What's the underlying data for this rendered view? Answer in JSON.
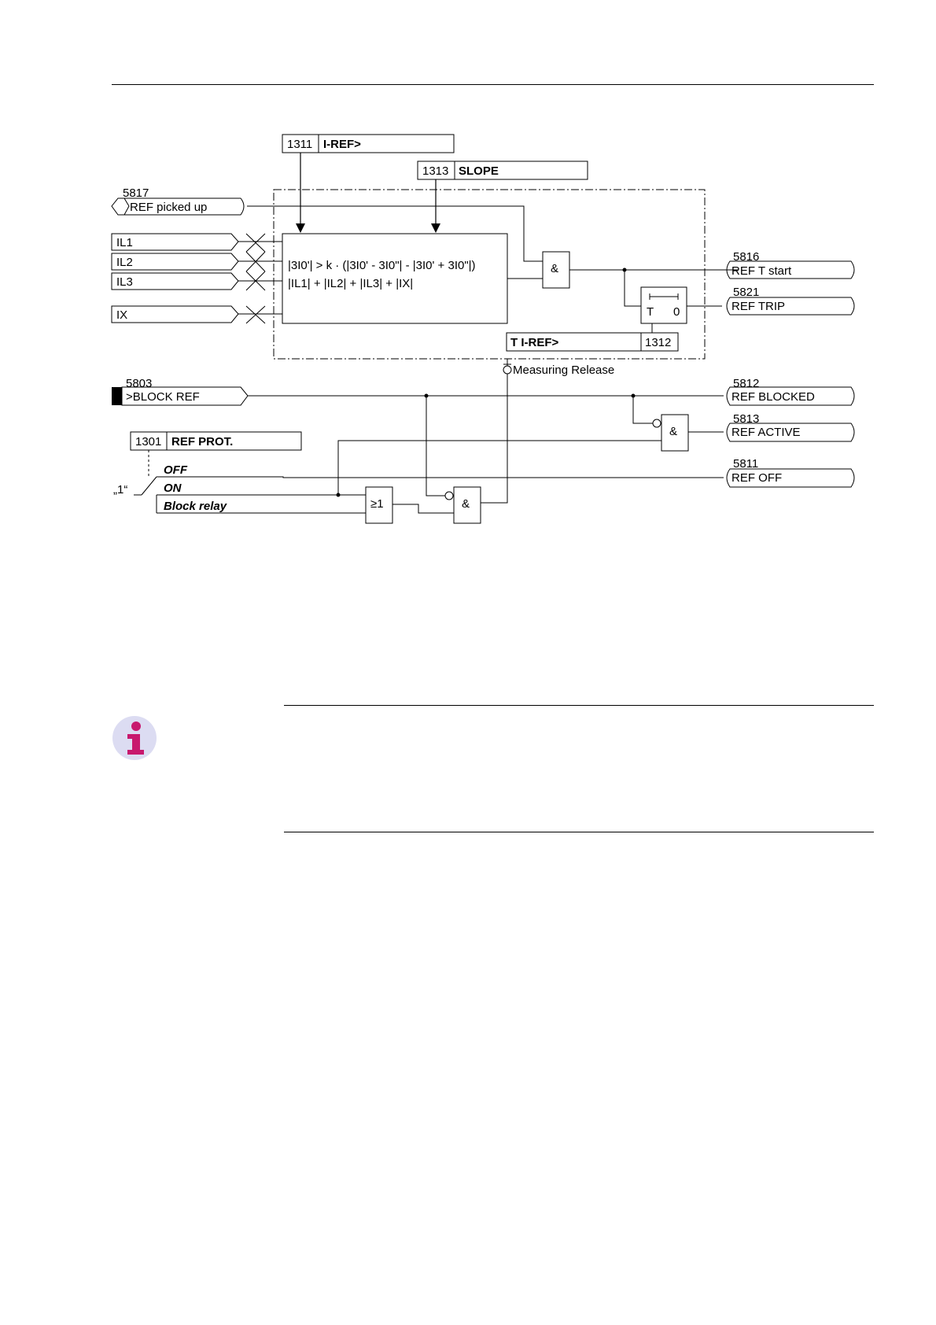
{
  "settings": {
    "iref": {
      "addr": "1311",
      "name": "I-REF>"
    },
    "slope": {
      "addr": "1313",
      "name": "SLOPE"
    },
    "tiref": {
      "addr": "1312",
      "name": "T I-REF>"
    },
    "refprot": {
      "addr": "1301",
      "name": "REF PROT."
    }
  },
  "inputs": {
    "ref_picked_up": {
      "no": "5817",
      "label": "REF picked up"
    },
    "il1": "IL1",
    "il2": "IL2",
    "il3": "IL3",
    "ix": "IX",
    "block_ref": {
      "no": "5803",
      "label": ">BLOCK REF"
    }
  },
  "formula": {
    "line1": "|3I0'| > k · (|3I0' - 3I0\"| - |3I0' + 3I0\"|)",
    "line2": "|IL1| + |IL2| + |IL3| + |IX|"
  },
  "gates": {
    "and": "&",
    "or": "≥1",
    "timer_t": "T",
    "timer_0": "0"
  },
  "measuring_release": "Measuring Release",
  "switch": {
    "const": "„1“",
    "off": "OFF",
    "on": "ON",
    "block": "Block relay"
  },
  "outputs": {
    "ref_t_start": {
      "no": "5816",
      "label": "REF T start"
    },
    "ref_trip": {
      "no": "5821",
      "label": "REF TRIP"
    },
    "ref_blocked": {
      "no": "5812",
      "label": "REF BLOCKED"
    },
    "ref_active": {
      "no": "5813",
      "label": "REF ACTIVE"
    },
    "ref_off": {
      "no": "5811",
      "label": "REF OFF"
    }
  },
  "info_icon": {
    "name": "info-icon",
    "color": "#c8186e",
    "bg": "#d9d9f0"
  }
}
